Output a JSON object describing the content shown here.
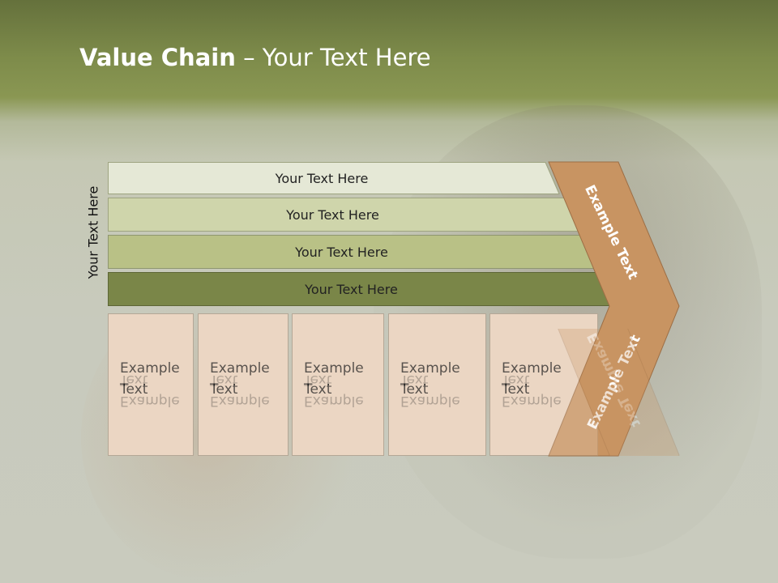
{
  "title": {
    "bold": "Value Chain",
    "rest": " – Your Text Here"
  },
  "side_label": "Your Text Here",
  "rows": [
    {
      "label": "Your Text Here",
      "color": "#e5e8d6"
    },
    {
      "label": "Your Text Here",
      "color": "#cfd5ab"
    },
    {
      "label": "Your Text Here",
      "color": "#b9c186"
    },
    {
      "label": "Your Text Here",
      "color": "#7a8648"
    }
  ],
  "boxes": [
    {
      "label": "Example Text"
    },
    {
      "label": "Example Text"
    },
    {
      "label": "Example Text"
    },
    {
      "label": "Example Text"
    },
    {
      "label": "Example Text"
    }
  ],
  "chevron": {
    "top_label": "Example Text",
    "bottom_label": "Example Text",
    "color": "#c89462"
  }
}
